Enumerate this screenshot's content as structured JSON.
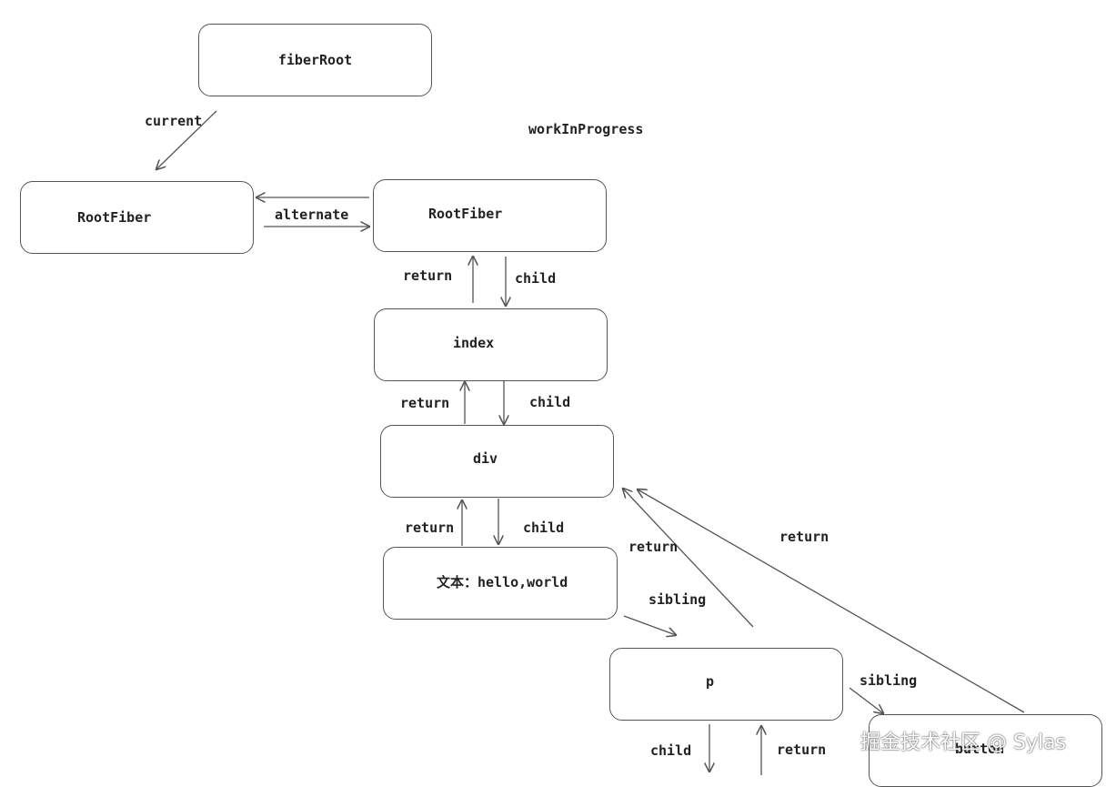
{
  "nodes": {
    "fiber_root": "fiberRoot",
    "current_root_fiber": "RootFiber",
    "wip_root_fiber": "RootFiber",
    "index": "index",
    "div": "div",
    "text": "文本：hello,world",
    "p": "p",
    "button": "button"
  },
  "labels": {
    "work_in_progress": "workInProgress",
    "current": "current",
    "alternate": "alternate",
    "return_rootfiber": "return",
    "child_rootfiber": "child",
    "return_index": "return",
    "child_index": "child",
    "return_div": "return",
    "child_div": "child",
    "return_text": "return",
    "sibling_text": "sibling",
    "return_button": "return",
    "sibling_p": "sibling",
    "child_p": "child",
    "return_p": "return"
  },
  "watermark": "掘金技术社区 @ Sylas",
  "colors": {
    "stroke": "#555555",
    "text": "#222222"
  }
}
